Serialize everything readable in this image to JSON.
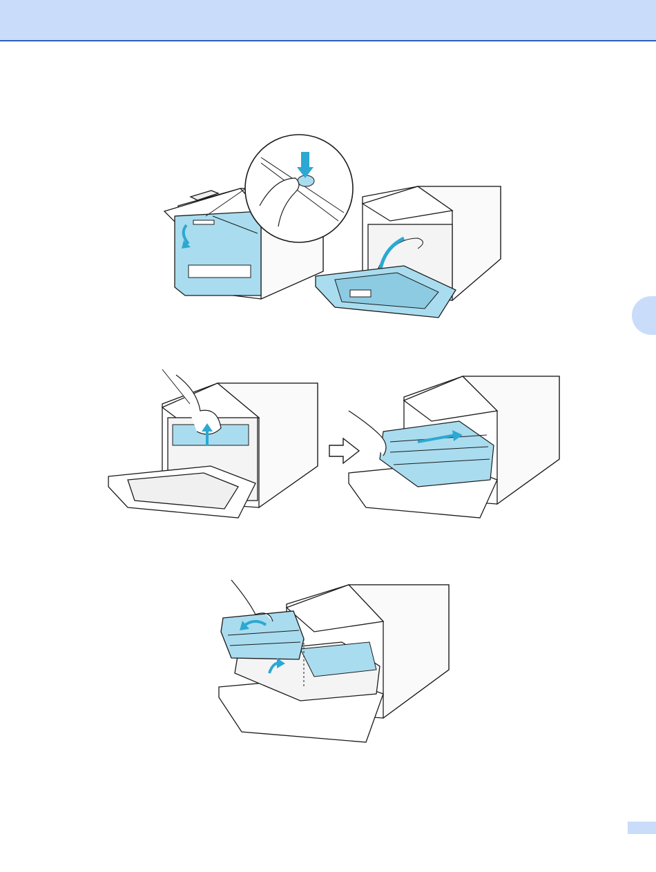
{
  "header": {
    "band_color": "#c9dcfa",
    "rule_color": "#2a5fb8"
  },
  "side_tab": {
    "color": "#c9dcfa"
  },
  "page_tab": {
    "color": "#c9dcfa"
  },
  "illustration_colors": {
    "accent": "#a9dcee",
    "arrow": "#2ca8d2",
    "line": "#1a1a1a"
  },
  "illustrations": [
    {
      "step": "release-front-cover-button",
      "icon": "printer-front-button-icon"
    },
    {
      "step": "open-front-cover",
      "icon": "printer-front-cover-open-icon"
    },
    {
      "step": "unlock-drum-lever",
      "icon": "printer-drum-lever-icon"
    },
    {
      "step": "pull-out-drum-unit",
      "icon": "printer-drum-pull-icon"
    },
    {
      "step": "remove-toner-cartridge",
      "icon": "printer-toner-remove-icon"
    }
  ]
}
